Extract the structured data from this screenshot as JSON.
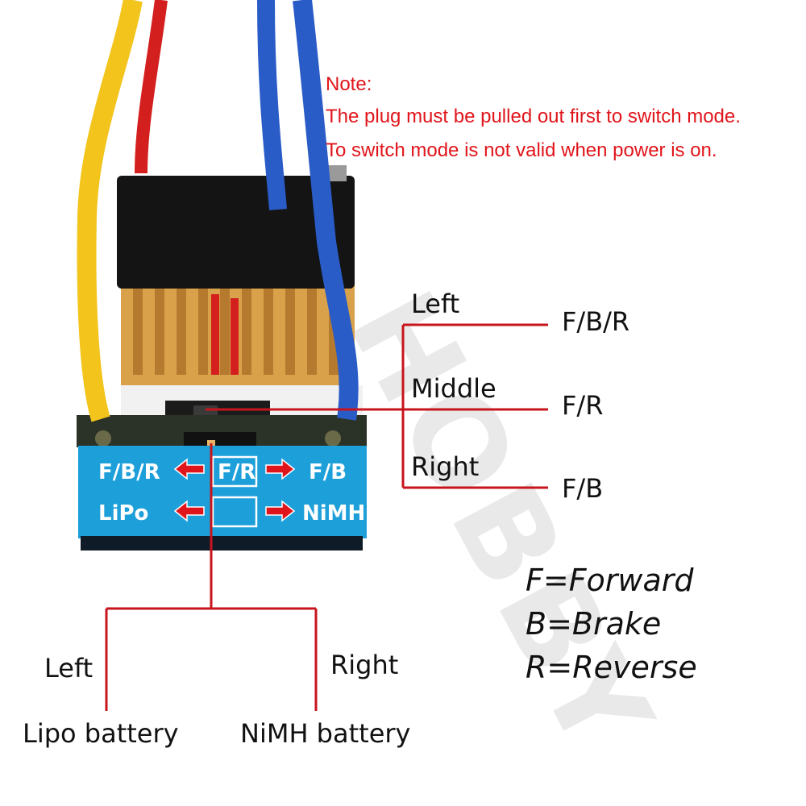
{
  "note": {
    "title": "Note:",
    "line1": "The plug must be pulled out first to switch mode.",
    "line2": "To switch mode is not valid when power is on."
  },
  "mode_switch": {
    "left": {
      "position": "Left",
      "mode": "F/B/R"
    },
    "middle": {
      "position": "Middle",
      "mode": "F/R"
    },
    "right": {
      "position": "Right",
      "mode": "F/B"
    }
  },
  "battery_switch": {
    "left": {
      "position": "Left",
      "battery": "Lipo battery"
    },
    "right": {
      "position": "Right",
      "battery": "NiMH battery"
    }
  },
  "legend": {
    "forward": "F=Forward",
    "brake": "B=Brake",
    "reverse": "R=Reverse"
  },
  "device_label": {
    "row1_left": "F/B/R",
    "row1_center": "F/R",
    "row1_right": "F/B",
    "row2_left": "LiPo",
    "row2_right": "NiMH"
  },
  "watermark": "HOBBY",
  "colors": {
    "note_red": "#e0151b",
    "leader_red": "#c8141c",
    "label_blue": "#1d9fd9",
    "wire_yellow": "#f3c41b",
    "wire_blue": "#2a5cc8",
    "wire_red": "#d3201e",
    "heatsink_gold": "#d9a24a"
  }
}
